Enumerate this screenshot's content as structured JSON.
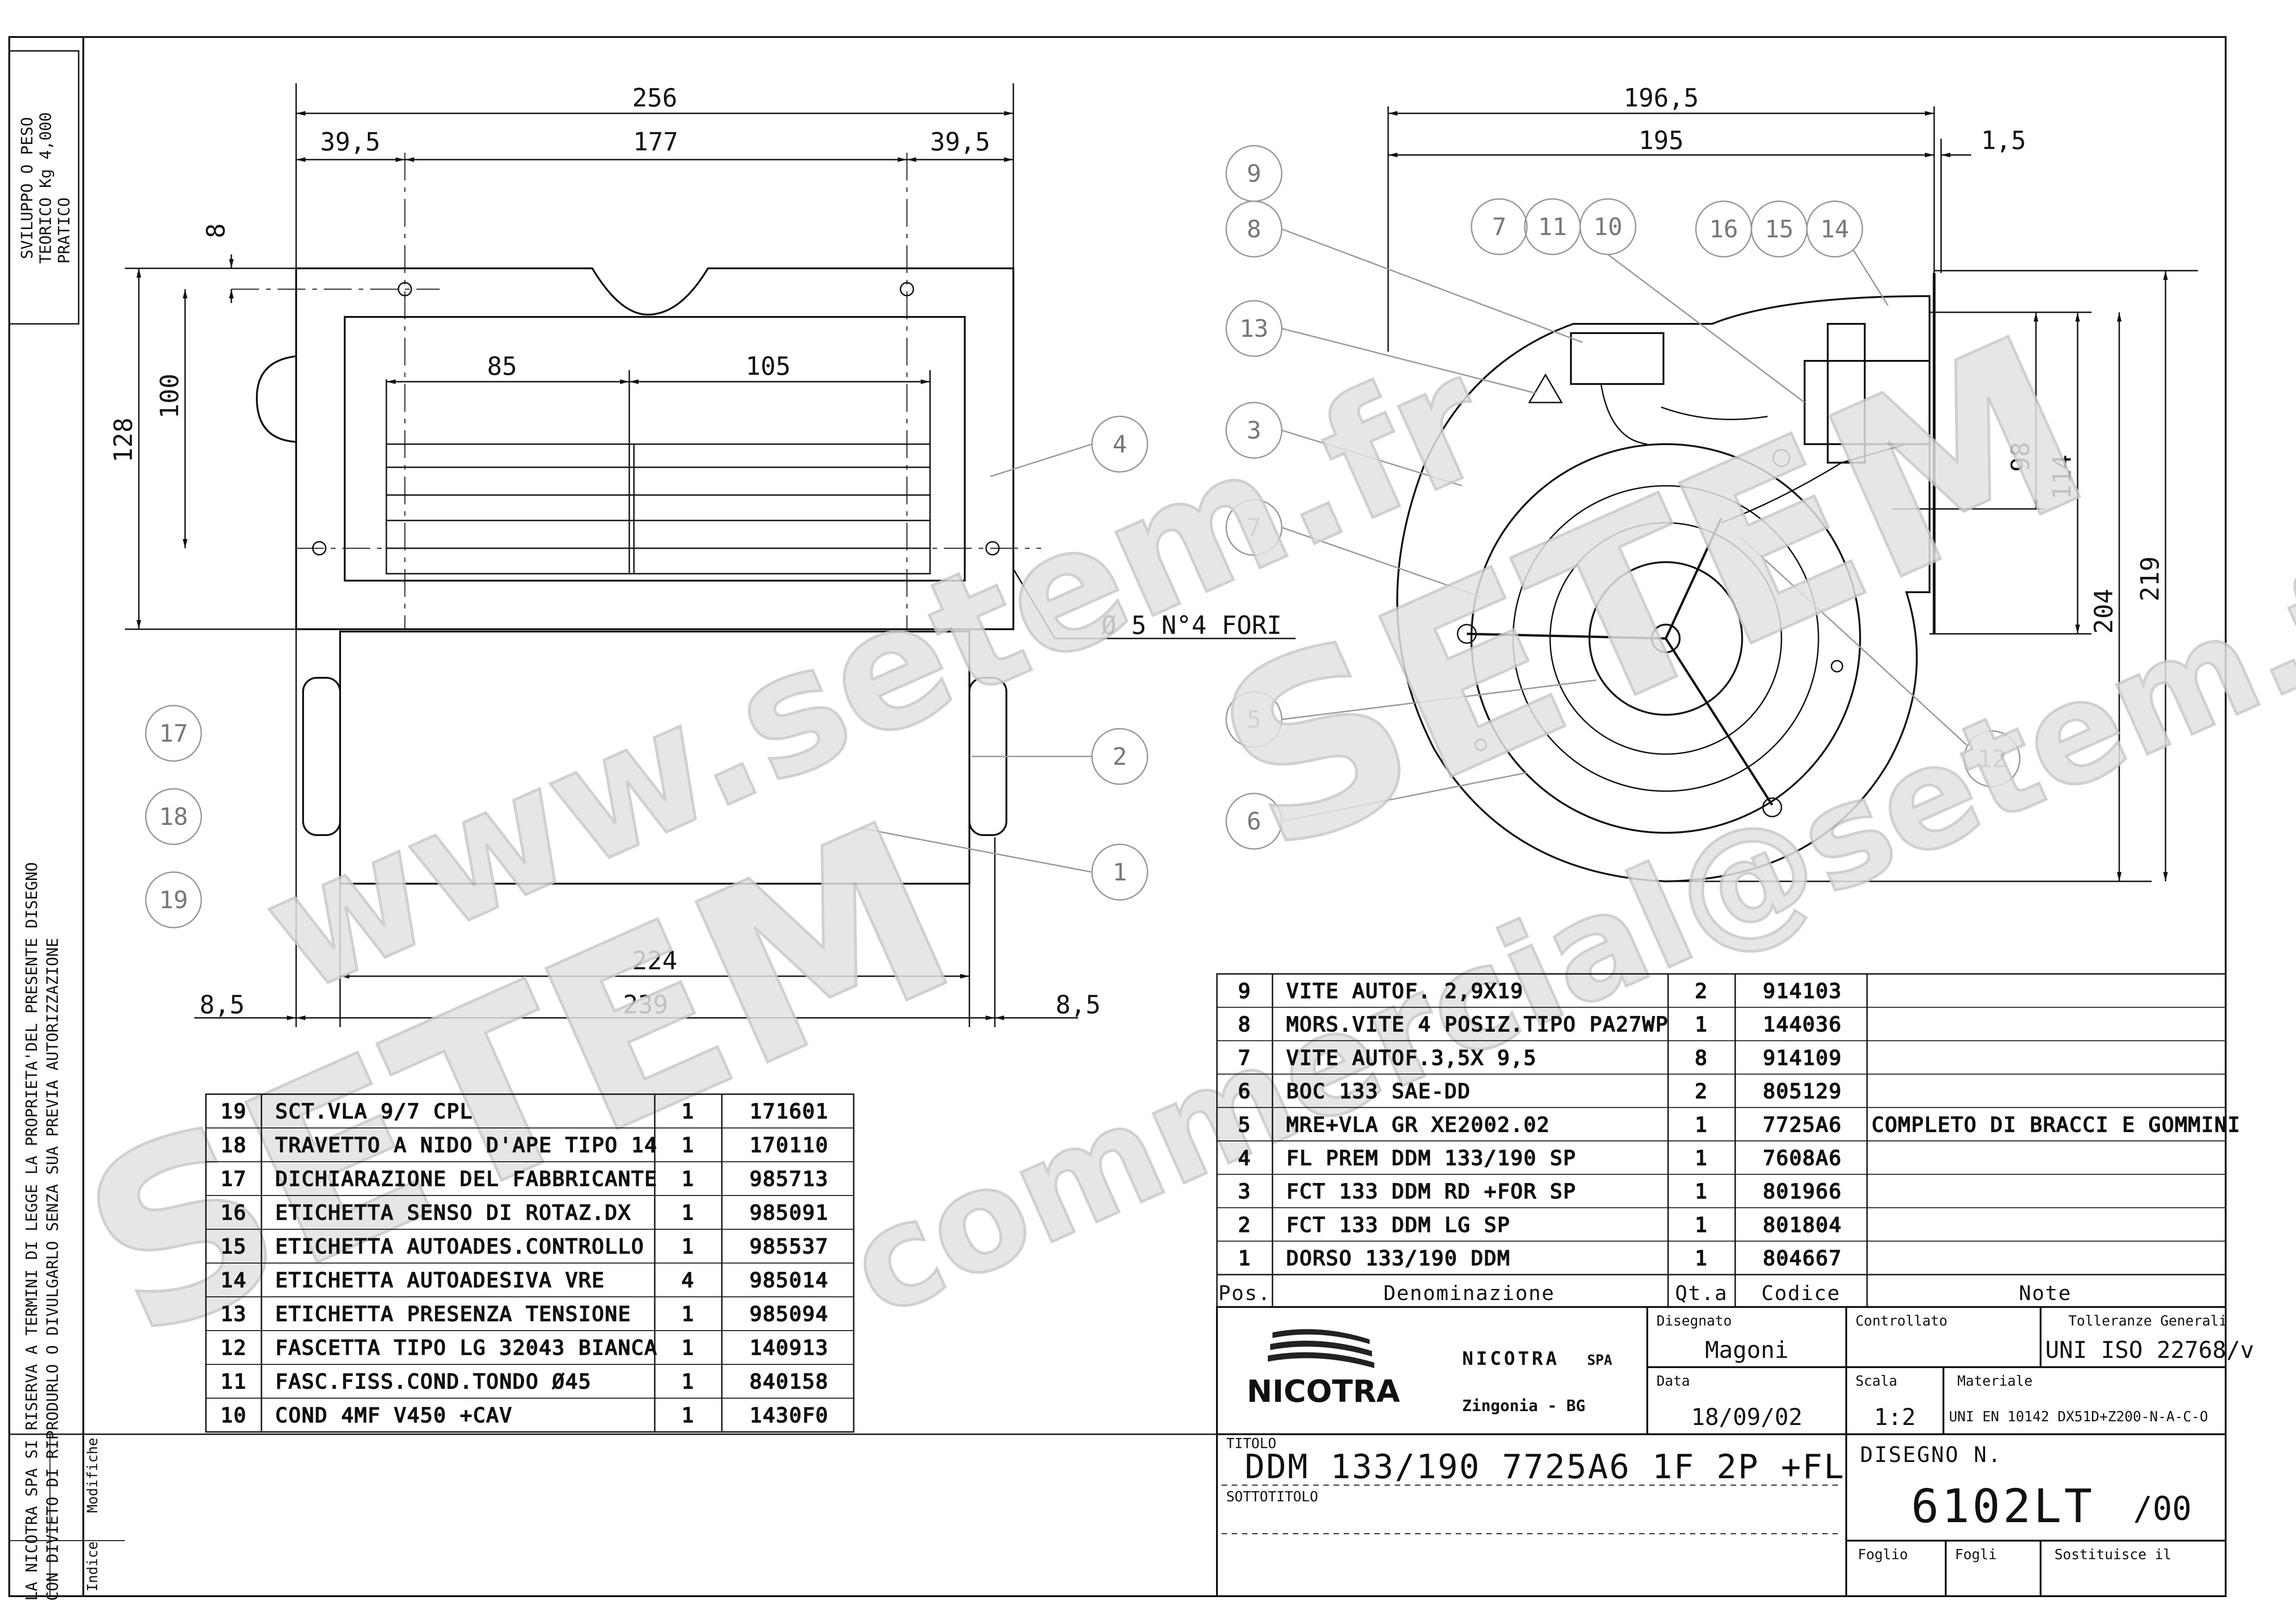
{
  "watermark": {
    "url": "www.setem.fr",
    "brand": "SETEM",
    "email": "commercial@setem.fr"
  },
  "side_panel": {
    "weight_title": "SVILUPPO O PESO",
    "weight_rows": [
      "TEORICO  Kg 4,000",
      "PRATICO"
    ],
    "rights_lines": [
      "LA NICOTRA SPA SI RISERVA A TERMINI DI LEGGE LA PROPRIETA'DEL PRESENTE DISEGNO",
      "CON DIVIETO DI RIPRODURLO O DIVULGARLO SENZA SUA PREVIA AUTORIZZAZIONE"
    ],
    "revision_headers": [
      "Indice",
      "Modifiche"
    ]
  },
  "front_view": {
    "dimensions": {
      "overall_width": "256",
      "left_offset": "39,5",
      "hole_spacing": "177",
      "right_offset": "39,5",
      "hole_from_top": "8",
      "height_total": "128",
      "height_holes": "100",
      "grille_left": "85",
      "grille_right": "105",
      "housing_width": "224",
      "plate_width": "239",
      "margin_left": "8,5",
      "margin_right": "8,5"
    },
    "hole_callout": "Ø 5  N°4 FORI",
    "balloons": [
      "4",
      "2",
      "1",
      "17",
      "18",
      "19"
    ]
  },
  "side_view": {
    "dimensions": {
      "depth_total": "196,5",
      "depth_body": "195",
      "flange": "1,5",
      "d98": "98",
      "d114": "114",
      "d204": "204",
      "d219": "219"
    },
    "balloons": [
      "9",
      "8",
      "13",
      "3",
      "7",
      "5",
      "6",
      "7",
      "11",
      "10",
      "16",
      "15",
      "14",
      "12"
    ]
  },
  "parts_left": [
    {
      "pos": "19",
      "name": "SCT.VLA 9/7 CPL",
      "qty": "1",
      "code": "171601"
    },
    {
      "pos": "18",
      "name": "TRAVETTO A NIDO D'APE TIPO 14",
      "qty": "1",
      "code": "170110"
    },
    {
      "pos": "17",
      "name": "DICHIARAZIONE DEL FABBRICANTE",
      "qty": "1",
      "code": "985713"
    },
    {
      "pos": "16",
      "name": "ETICHETTA SENSO DI ROTAZ.DX",
      "qty": "1",
      "code": "985091"
    },
    {
      "pos": "15",
      "name": "ETICHETTA AUTOADES.CONTROLLO",
      "qty": "1",
      "code": "985537"
    },
    {
      "pos": "14",
      "name": "ETICHETTA AUTOADESIVA VRE",
      "qty": "4",
      "code": "985014"
    },
    {
      "pos": "13",
      "name": "ETICHETTA PRESENZA TENSIONE",
      "qty": "1",
      "code": "985094"
    },
    {
      "pos": "12",
      "name": "FASCETTA TIPO LG 32043 BIANCA",
      "qty": "1",
      "code": "140913"
    },
    {
      "pos": "11",
      "name": "FASC.FISS.COND.TONDO Ø45",
      "qty": "1",
      "code": "840158"
    },
    {
      "pos": "10",
      "name": "COND 4MF V450 +CAV",
      "qty": "1",
      "code": "1430F0"
    }
  ],
  "parts_right": [
    {
      "pos": "9",
      "name": "VITE AUTOF. 2,9X19",
      "qty": "2",
      "code": "914103",
      "note": ""
    },
    {
      "pos": "8",
      "name": "MORS.VITE 4 POSIZ.TIPO PA27WP",
      "qty": "1",
      "code": "144036",
      "note": ""
    },
    {
      "pos": "7",
      "name": "VITE AUTOF.3,5X 9,5",
      "qty": "8",
      "code": "914109",
      "note": ""
    },
    {
      "pos": "6",
      "name": "BOC 133 SAE-DD",
      "qty": "2",
      "code": "805129",
      "note": ""
    },
    {
      "pos": "5",
      "name": "MRE+VLA GR XE2002.02",
      "qty": "1",
      "code": "7725A6",
      "note": "COMPLETO DI BRACCI E GOMMINI"
    },
    {
      "pos": "4",
      "name": "FL PREM DDM 133/190 SP",
      "qty": "1",
      "code": "7608A6",
      "note": ""
    },
    {
      "pos": "3",
      "name": "FCT 133 DDM RD +FOR SP",
      "qty": "1",
      "code": "801966",
      "note": ""
    },
    {
      "pos": "2",
      "name": "FCT 133 DDM LG SP",
      "qty": "1",
      "code": "801804",
      "note": ""
    },
    {
      "pos": "1",
      "name": "DORSO 133/190 DDM",
      "qty": "1",
      "code": "804667",
      "note": ""
    }
  ],
  "parts_header": {
    "pos": "Pos.",
    "name": "Denominazione",
    "qty": "Qt.a",
    "code": "Codice",
    "note": "Note"
  },
  "title_block": {
    "company": "NICOTRA",
    "company_suffix": "SPA",
    "city": "Zingonia - BG",
    "logo_text": "NICOTRA",
    "drawn_by_label": "Disegnato",
    "drawn_by": "Magoni",
    "checked_label": "Controllato",
    "checked": "",
    "tolerance_label": "Tolleranze Generali",
    "tolerance": "UNI ISO 22768/v",
    "date_label": "Data",
    "date": "18/09/02",
    "scale_label": "Scala",
    "scale": "1:2",
    "material_label": "Materiale",
    "material": "UNI EN 10142 DX51D+Z200-N-A-C-O",
    "title_label": "TITOLO",
    "title": "DDM 133/190 7725A6 1F 2P +FL",
    "subtitle_label": "SOTTOTITOLO",
    "subtitle": "",
    "drawing_no_label": "DISEGNO N.",
    "drawing_no": "6102LT",
    "revision": "/00",
    "sheet_label": "Foglio",
    "sheets_label": "Fogli",
    "replaces_label": "Sostituisce il"
  }
}
